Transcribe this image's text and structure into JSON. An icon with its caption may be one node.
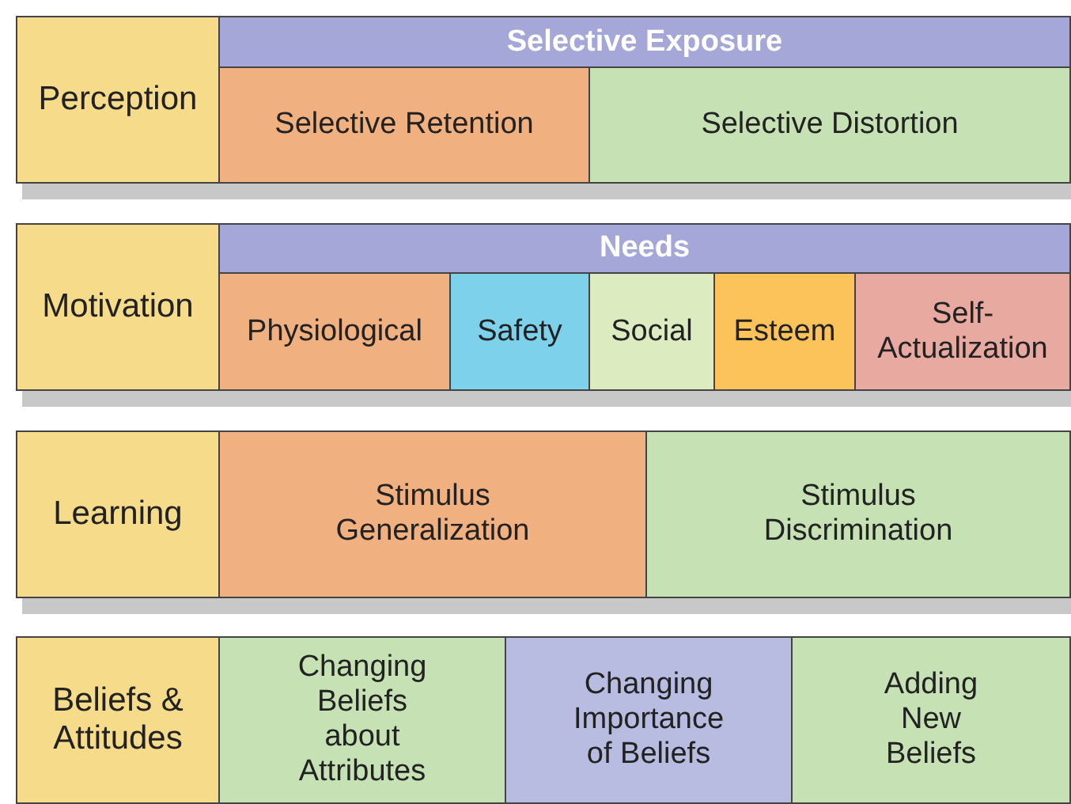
{
  "diagram": {
    "nodes": [
      {
        "text": [
          "Perception"
        ]
      },
      {
        "text": [
          "Selective Exposure"
        ]
      },
      {
        "text": [
          "Selective Retention"
        ]
      },
      {
        "text": [
          "Selective Distortion"
        ]
      },
      {
        "text": [
          "Motivation"
        ]
      },
      {
        "text": [
          "Needs"
        ]
      },
      {
        "text": [
          "Physiological"
        ]
      },
      {
        "text": [
          "Safety"
        ]
      },
      {
        "text": [
          "Social"
        ]
      },
      {
        "text": [
          "Esteem"
        ]
      },
      {
        "text": [
          "Self-Actualization"
        ]
      },
      {
        "text": [
          "Learning"
        ]
      },
      {
        "text": [
          "Stimulus Generalization"
        ]
      },
      {
        "text": [
          "Stimulus Discrimination"
        ]
      },
      {
        "text": [
          "Beliefs & Attitudes"
        ]
      },
      {
        "text": [
          "Changing Beliefs about Attributes"
        ]
      },
      {
        "text": [
          "Changing Importance of Beliefs"
        ]
      },
      {
        "text": [
          "Adding New Beliefs"
        ]
      }
    ]
  }
}
